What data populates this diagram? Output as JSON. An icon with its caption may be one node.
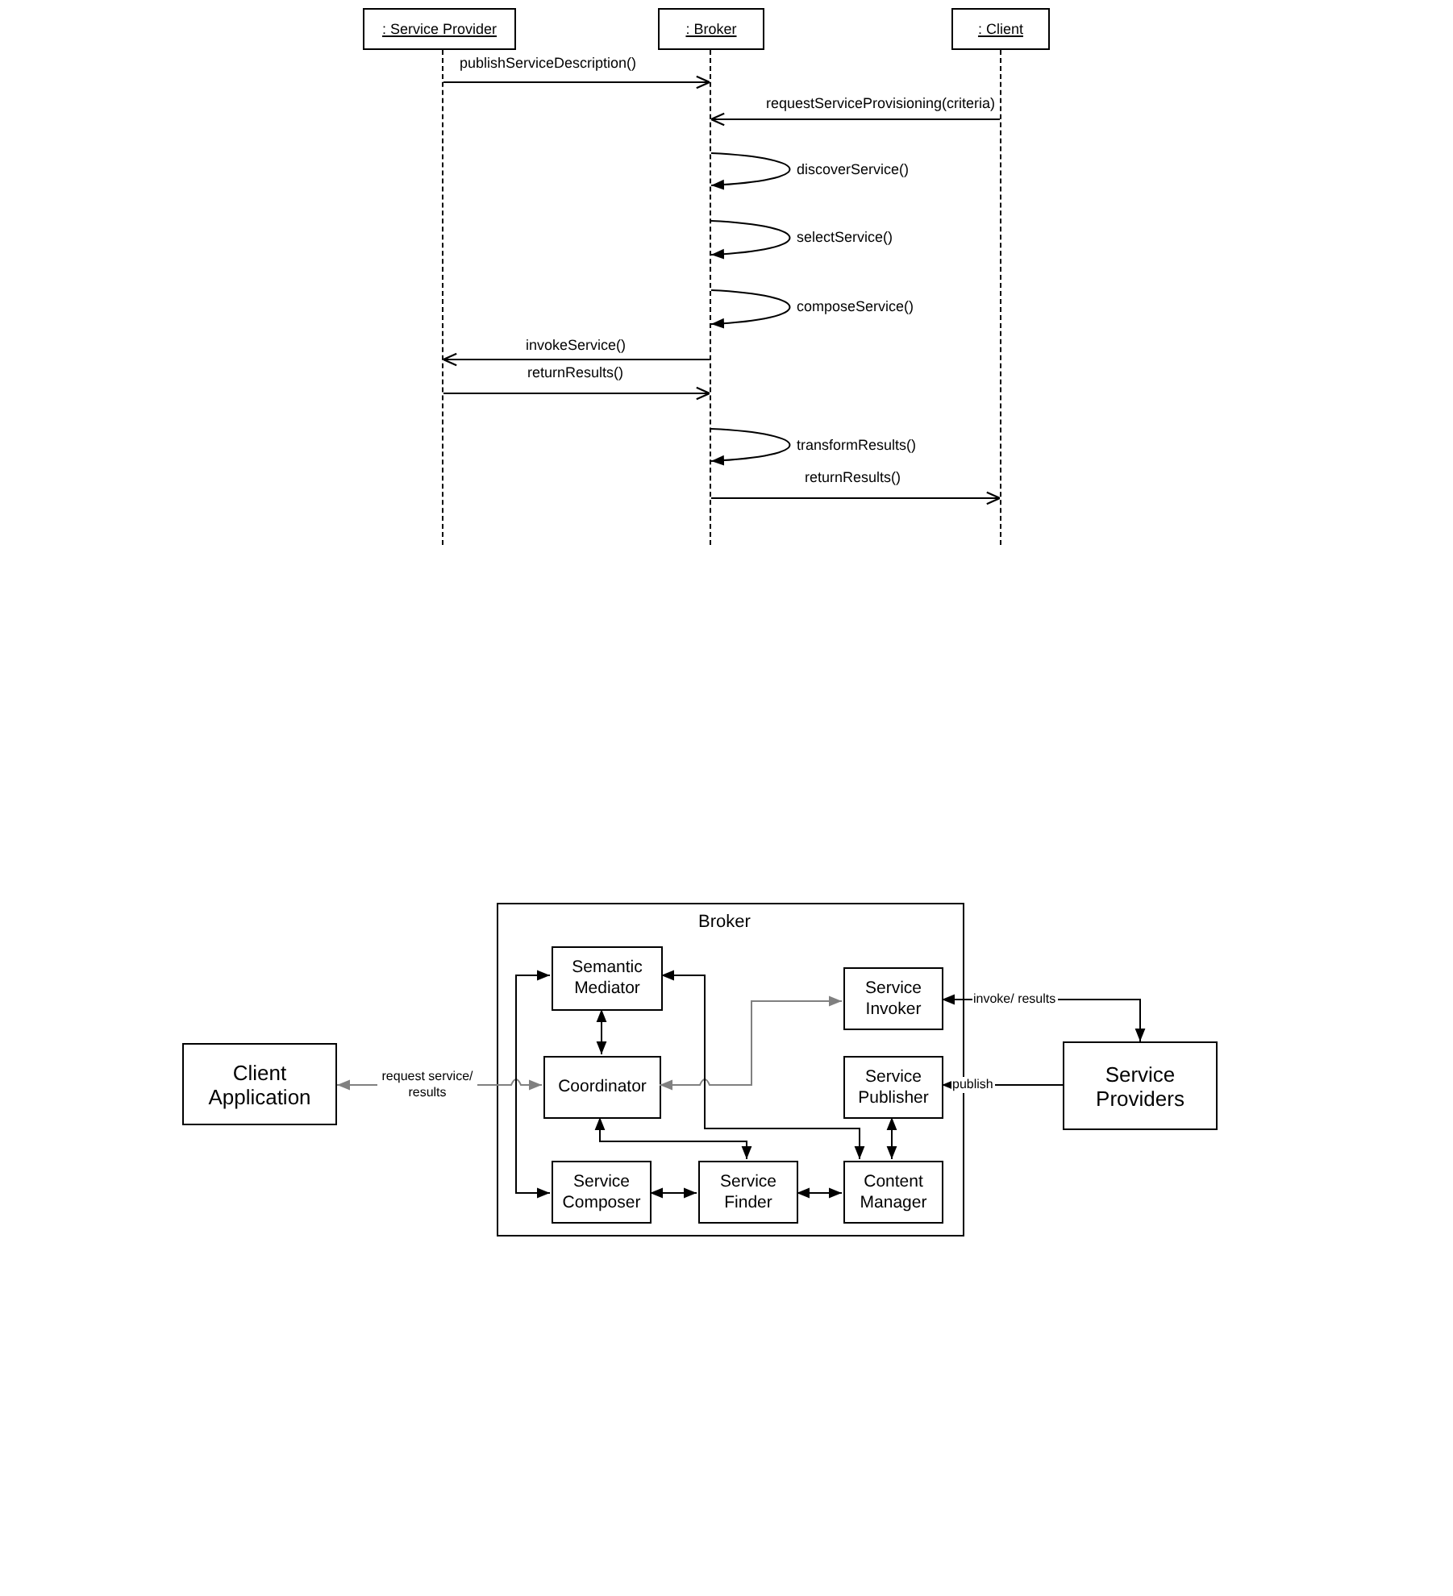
{
  "diagram": {
    "nodes": [
      {
        "text": [
          ": Service Provider"
        ]
      },
      {
        "text": [
          ": Broker"
        ]
      },
      {
        "text": [
          ": Client"
        ]
      },
      {
        "text": [],
        "shape": "line"
      },
      {
        "text": [],
        "shape": "line"
      },
      {
        "text": [],
        "shape": "line"
      },
      {
        "text": [
          "Broker"
        ]
      },
      {
        "text": [
          "Semantic Mediator"
        ],
        "in": 6
      },
      {
        "text": [
          "Service Invoker"
        ],
        "in": 6
      },
      {
        "text": [
          "Client Application"
        ]
      },
      {
        "text": [
          "Coordinator"
        ],
        "in": 6
      },
      {
        "text": [
          "Service Publisher"
        ],
        "in": 6
      },
      {
        "text": [
          "Service Providers"
        ]
      },
      {
        "text": [
          "Service Composer"
        ],
        "in": 6
      },
      {
        "text": [
          "Service Finder"
        ],
        "in": 6
      },
      {
        "text": [
          "Content Manager"
        ],
        "in": 6
      }
    ],
    "edges": [
      {
        "from": 3,
        "to": 4,
        "arrow": "to",
        "label": "publishServiceDescription()"
      },
      {
        "from": 5,
        "to": 4,
        "arrow": "to",
        "label": "requestServiceProvisioning(criteria)"
      },
      {
        "from": 4,
        "to": 4,
        "arrow": "to",
        "label": "discoverService()"
      },
      {
        "from": 4,
        "to": 4,
        "arrow": "to",
        "label": "selectService()"
      },
      {
        "from": 4,
        "to": 4,
        "arrow": "to",
        "label": "composeService()"
      },
      {
        "from": 4,
        "to": 3,
        "arrow": "to",
        "label": "invokeService()"
      },
      {
        "from": 3,
        "to": 4,
        "arrow": "to",
        "label": "returnResults()"
      },
      {
        "from": 4,
        "to": 4,
        "arrow": "to",
        "label": "transformResults()"
      },
      {
        "from": 4,
        "to": 5,
        "arrow": "to",
        "label": "returnResults()"
      },
      {
        "from": 9,
        "to": 10,
        "arrow": "both",
        "label": "request service/ results",
        "color": "#808080"
      },
      {
        "from": 7,
        "to": 13,
        "arrow": "both"
      },
      {
        "from": 7,
        "to": 10,
        "arrow": "both"
      },
      {
        "from": 8,
        "to": 10,
        "arrow": "both",
        "color": "#808080"
      },
      {
        "from": 7,
        "to": 15,
        "arrow": "both"
      },
      {
        "from": 10,
        "to": 14,
        "arrow": "both"
      },
      {
        "from": 13,
        "to": 14,
        "arrow": "both"
      },
      {
        "from": 14,
        "to": 15,
        "arrow": "both"
      },
      {
        "from": 11,
        "to": 15,
        "arrow": "both"
      },
      {
        "from": 8,
        "to": 12,
        "arrow": "both",
        "label": "invoke/ results"
      },
      {
        "from": 12,
        "to": 11,
        "arrow": "to",
        "label": "publish"
      }
    ]
  }
}
